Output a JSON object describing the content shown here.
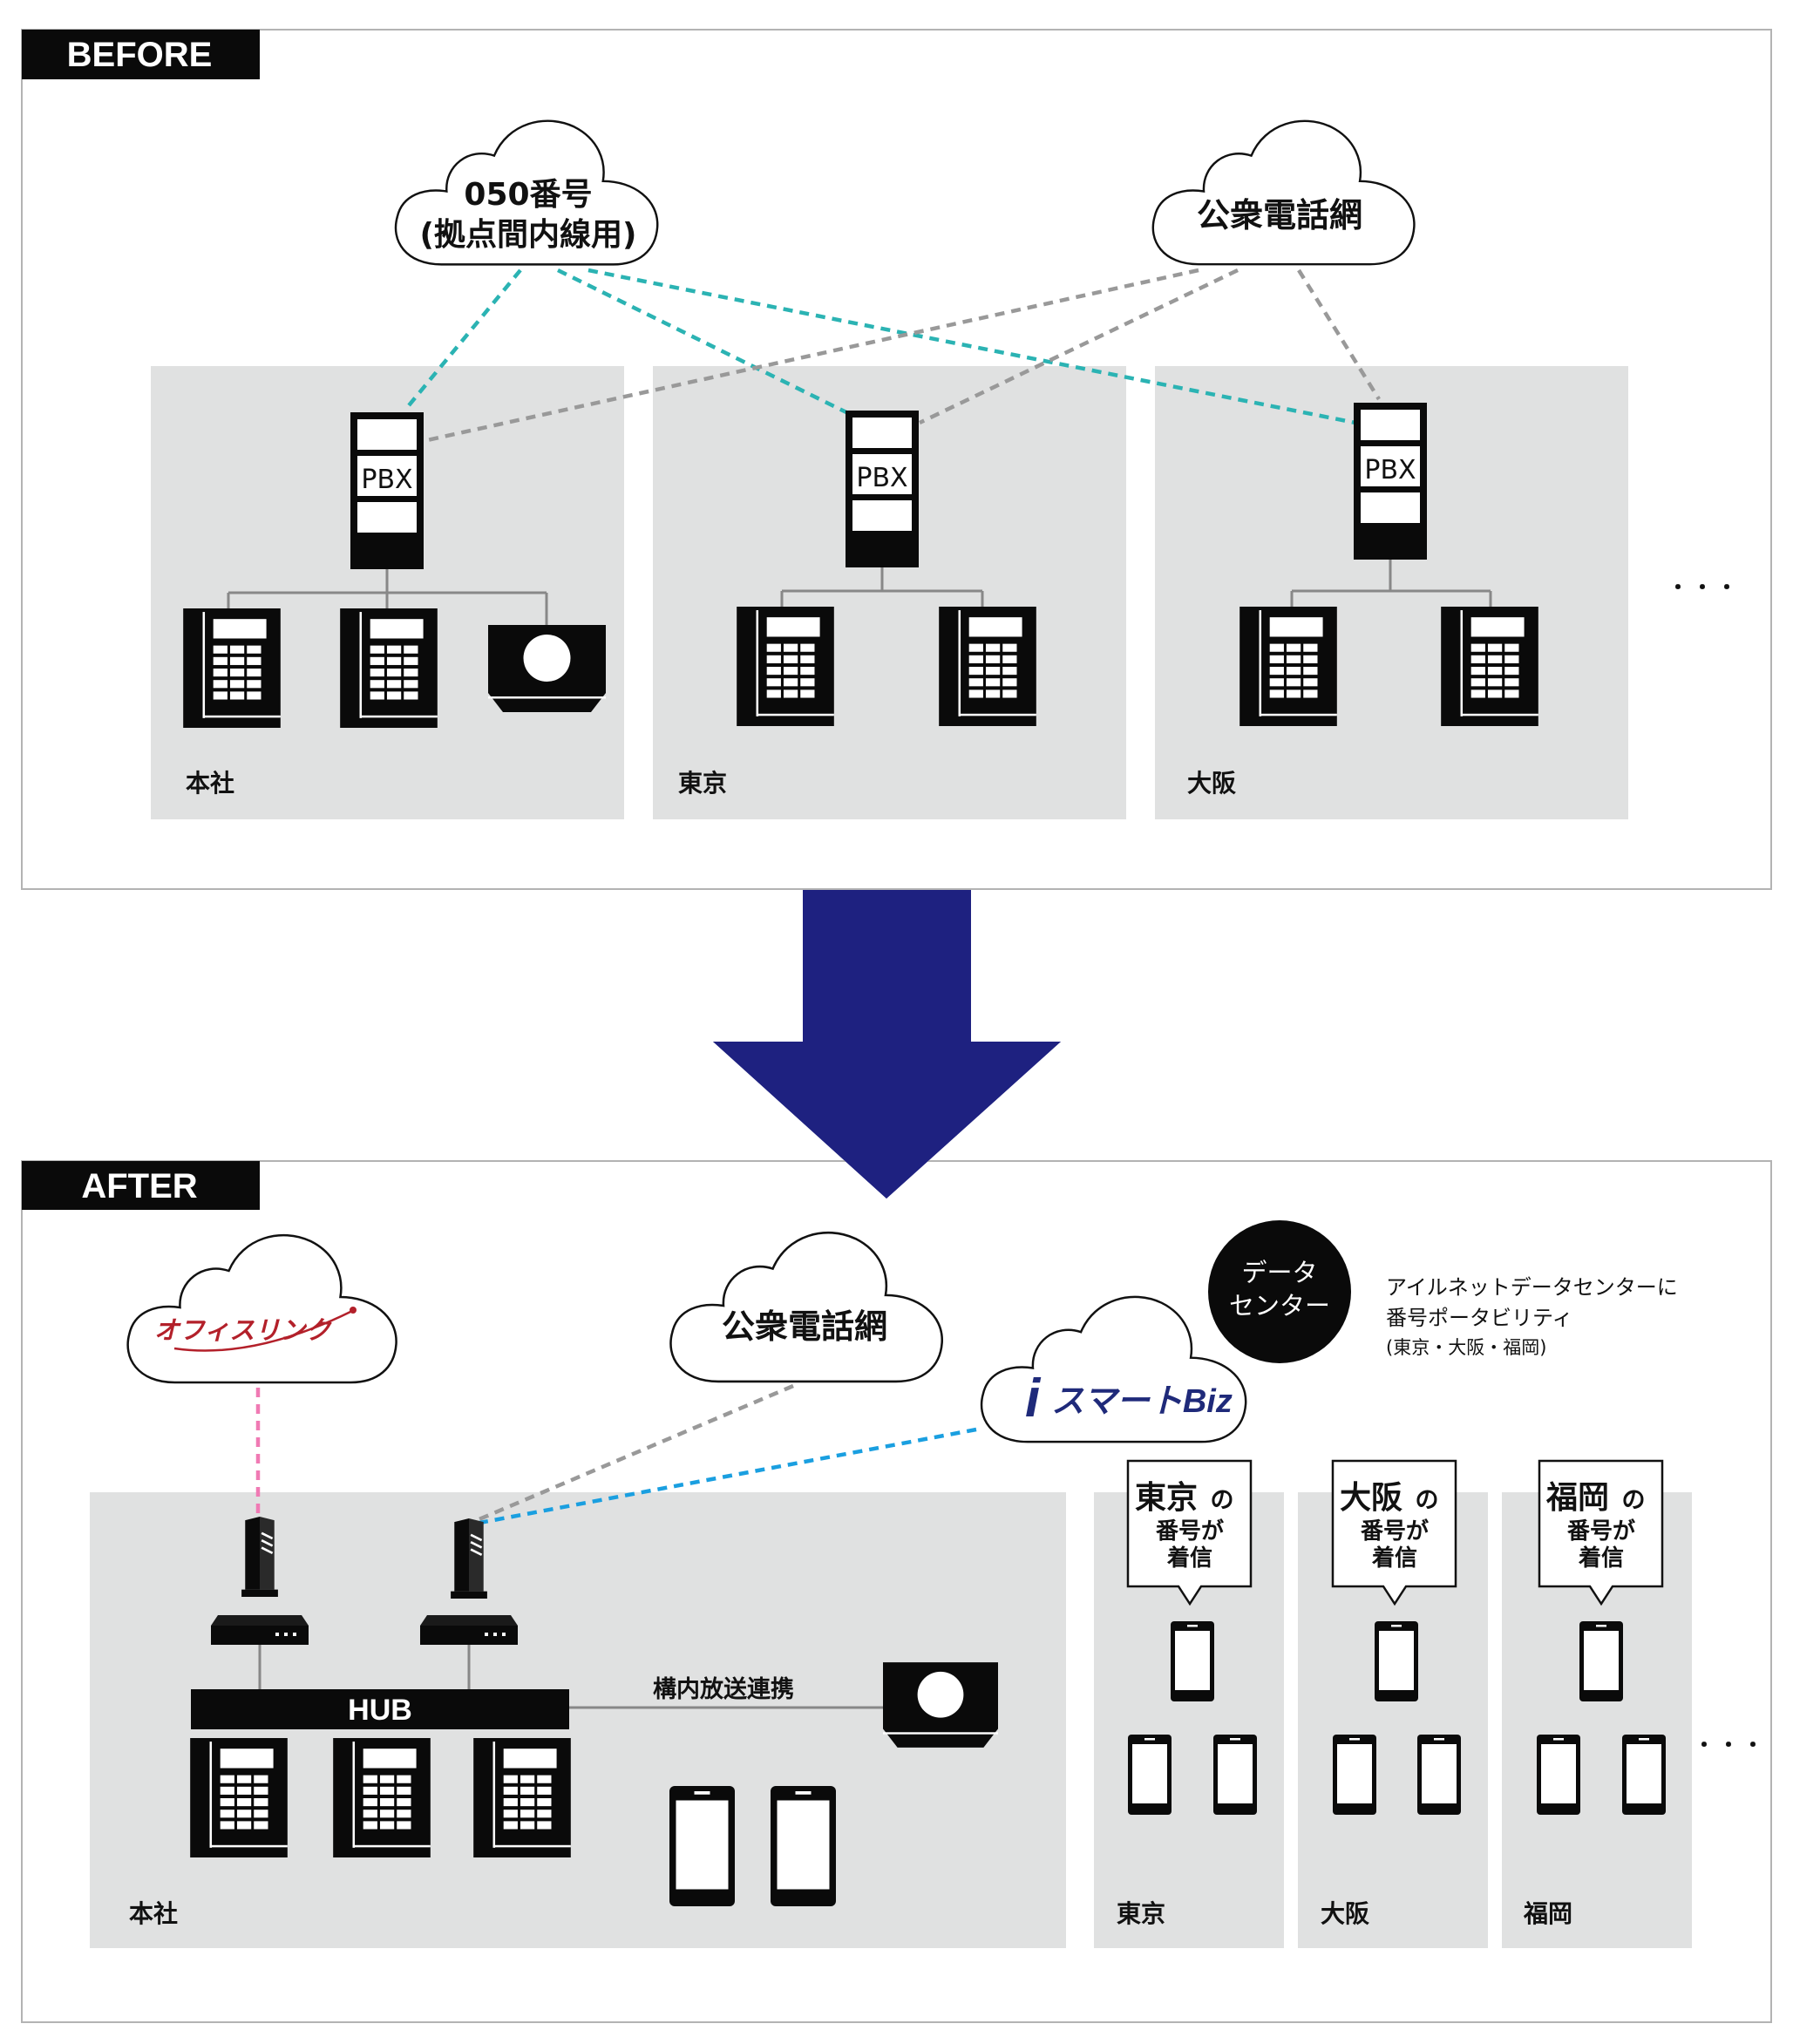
{
  "before": {
    "tag": "BEFORE",
    "cloud_050": {
      "line1": "050番号",
      "line2": "(拠点間内線用)"
    },
    "cloud_pstn": "公衆電話網",
    "pbx_label": "PBX",
    "sites": [
      "本社",
      "東京",
      "大阪"
    ],
    "ellipsis": "・・・"
  },
  "after": {
    "tag": "AFTER",
    "officelink_logo": "オフィスリンク",
    "cloud_pstn": "公衆電話網",
    "ismart_logo": {
      "i": "i",
      "text": "スマートBiz"
    },
    "datacenter": {
      "line1": "データ",
      "line2": "センター"
    },
    "portability_note": {
      "line1": "アイルネットデータセンターに",
      "line2": "番号ポータビリティ",
      "line3": "(東京・大阪・福岡)"
    },
    "hub_label": "HUB",
    "broadcast_label": "構内放送連携",
    "hq_label": "本社",
    "branches": [
      {
        "name": "東京",
        "bubble_city": "東京",
        "bubble_l2": "番号が",
        "bubble_l3": "着信"
      },
      {
        "name": "大阪",
        "bubble_city": "大阪",
        "bubble_l2": "番号が",
        "bubble_l3": "着信"
      },
      {
        "name": "福岡",
        "bubble_city": "福岡",
        "bubble_l2": "番号が",
        "bubble_l3": "着信"
      }
    ],
    "bubble_no": "の",
    "ellipsis": "・・・"
  },
  "colors": {
    "panel_bg": "#e0e1e1",
    "arrow": "#1e2180",
    "teal_line": "#2bb3b3",
    "gray_line": "#999999",
    "pink_line": "#f07ab4",
    "blue_line": "#1a9fe0",
    "officelink_red": "#b3202a",
    "ismart_navy": "#1f2a7a"
  }
}
